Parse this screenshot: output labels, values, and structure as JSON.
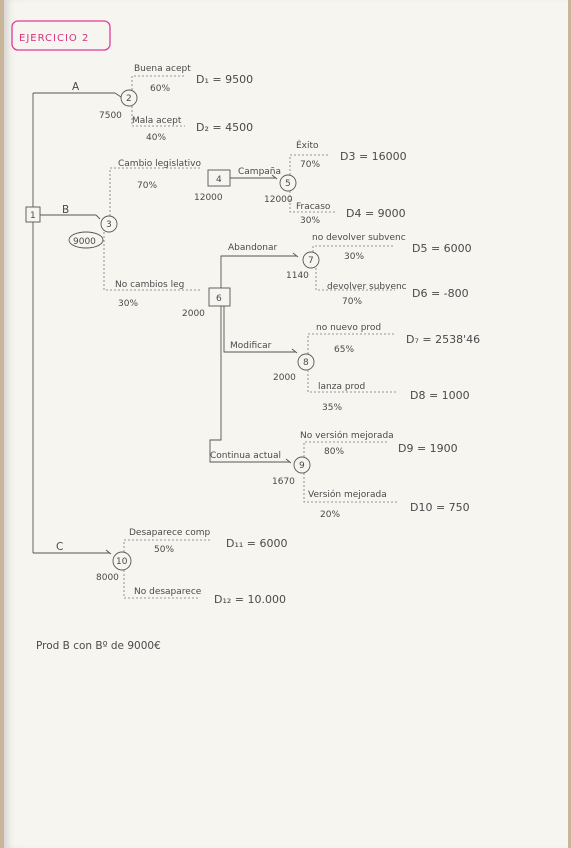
{
  "title": "EJERCICIO 2",
  "branches": {
    "a": "A",
    "b": "B",
    "c": "C"
  },
  "node_ids": {
    "n1": "1",
    "n2": "2",
    "n3": "3",
    "n4": "4",
    "n5": "5",
    "n6": "6",
    "n7": "7",
    "n8": "8",
    "n9": "9",
    "n10": "10"
  },
  "node_values": {
    "n2": "7500",
    "n3": "9000",
    "n4": "12000",
    "n5": "12000",
    "n6": "2000",
    "n7": "1140",
    "n8": "2000",
    "n9": "1670",
    "n10": "8000"
  },
  "events": {
    "buena_acept": {
      "label": "Buena acept",
      "prob": "60%",
      "result": "D₁ = 9500"
    },
    "mala_acept": {
      "label": "Mala acept",
      "prob": "40%",
      "result": "D₂ = 4500"
    },
    "cambio_leg": {
      "label": "Cambio legislativo",
      "prob": "70%"
    },
    "no_cambios": {
      "label": "No cambios leg",
      "prob": "30%"
    },
    "campana": {
      "label": "Campaña"
    },
    "exito": {
      "label": "Éxito",
      "prob": "70%",
      "result": "D3 = 16000"
    },
    "fracaso": {
      "label": "Fracaso",
      "prob": "30%",
      "result": "D4 = 9000"
    },
    "abandonar": {
      "label": "Abandonar"
    },
    "no_devolver": {
      "label": "no devolver subvenc",
      "prob": "30%",
      "result": "D5 = 6000"
    },
    "devolver": {
      "label": "devolver subvenc",
      "prob": "70%",
      "result": "D6 = -800"
    },
    "modificar": {
      "label": "Modificar"
    },
    "no_nuevo": {
      "label": "no nuevo prod",
      "prob": "65%",
      "result": "D₇ = 2538'46"
    },
    "lanza": {
      "label": "lanza prod",
      "prob": "35%",
      "result": "D8 = 1000"
    },
    "continuar": {
      "label": "Continua actual"
    },
    "no_version": {
      "label": "No versión mejorada",
      "prob": "80%",
      "result": "D9 = 1900"
    },
    "version": {
      "label": "Versión mejorada",
      "prob": "20%",
      "result": "D10 = 750"
    },
    "desaparece": {
      "label": "Desaparece comp",
      "prob": "50%",
      "result": "D₁₁ = 6000"
    },
    "no_desaparece": {
      "label": "No desaparece",
      "result": "D₁₂ = 10.000"
    }
  },
  "conclusion": "Prod B con Bº de 9000€"
}
